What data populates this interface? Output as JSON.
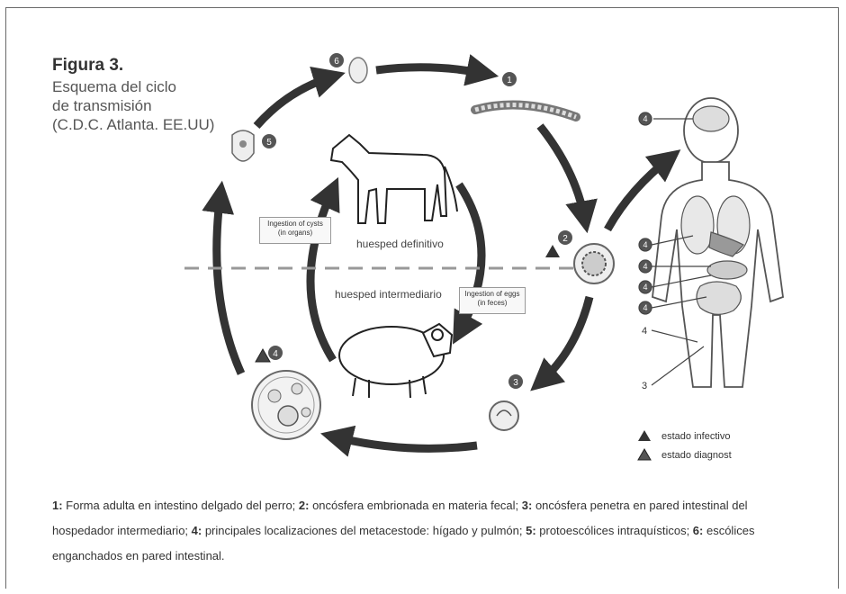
{
  "figure": {
    "title": "Figura 3.",
    "subtitle": "Esquema del ciclo\nde transmisión\n(C.D.C. Atlanta. EE.UU)"
  },
  "diagram": {
    "box_cysts": "Ingestion of cysts (in organs)",
    "box_eggs": "Ingestion of eggs (in feces)",
    "host_definitive": "huesped definitivo",
    "host_intermediate": "huesped intermediario",
    "stage_labels": [
      "1",
      "2",
      "3",
      "4",
      "5",
      "6"
    ],
    "organ_labels": [
      "4",
      "4",
      "4",
      "4",
      "4",
      "4",
      "3"
    ]
  },
  "legend": {
    "infective": "estado infectivo",
    "diagnostic": "estado diagnost"
  },
  "caption": [
    {
      "num": "1:",
      "text": " Forma adulta en intestino delgado del perro; "
    },
    {
      "num": "2:",
      "text": " oncósfera embrionada en materia fecal; "
    },
    {
      "num": "3:",
      "text": " oncósfera penetra en pared intestinal del hospedador intermediario; "
    },
    {
      "num": "4:",
      "text": " principales localizaciones del metacestode: hígado y pulmón; "
    },
    {
      "num": "5:",
      "text": " protoescólices intraquísticos; "
    },
    {
      "num": "6:",
      "text": " escólices enganchados en pared intestinal."
    }
  ]
}
